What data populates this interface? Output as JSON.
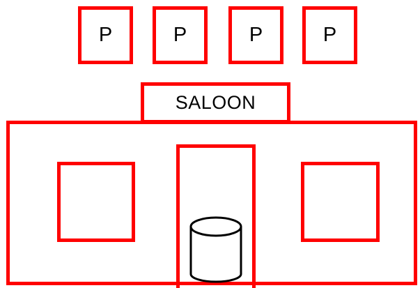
{
  "roof_signs": [
    {
      "letter": "P"
    },
    {
      "letter": "P"
    },
    {
      "letter": "P"
    },
    {
      "letter": "P"
    }
  ],
  "sign": {
    "text": "SALOON"
  },
  "colors": {
    "outline": "#ff0000",
    "text": "#000000",
    "barrel_stroke": "#000000",
    "background": "#ffffff"
  },
  "icons": {
    "barrel": "barrel-icon"
  }
}
